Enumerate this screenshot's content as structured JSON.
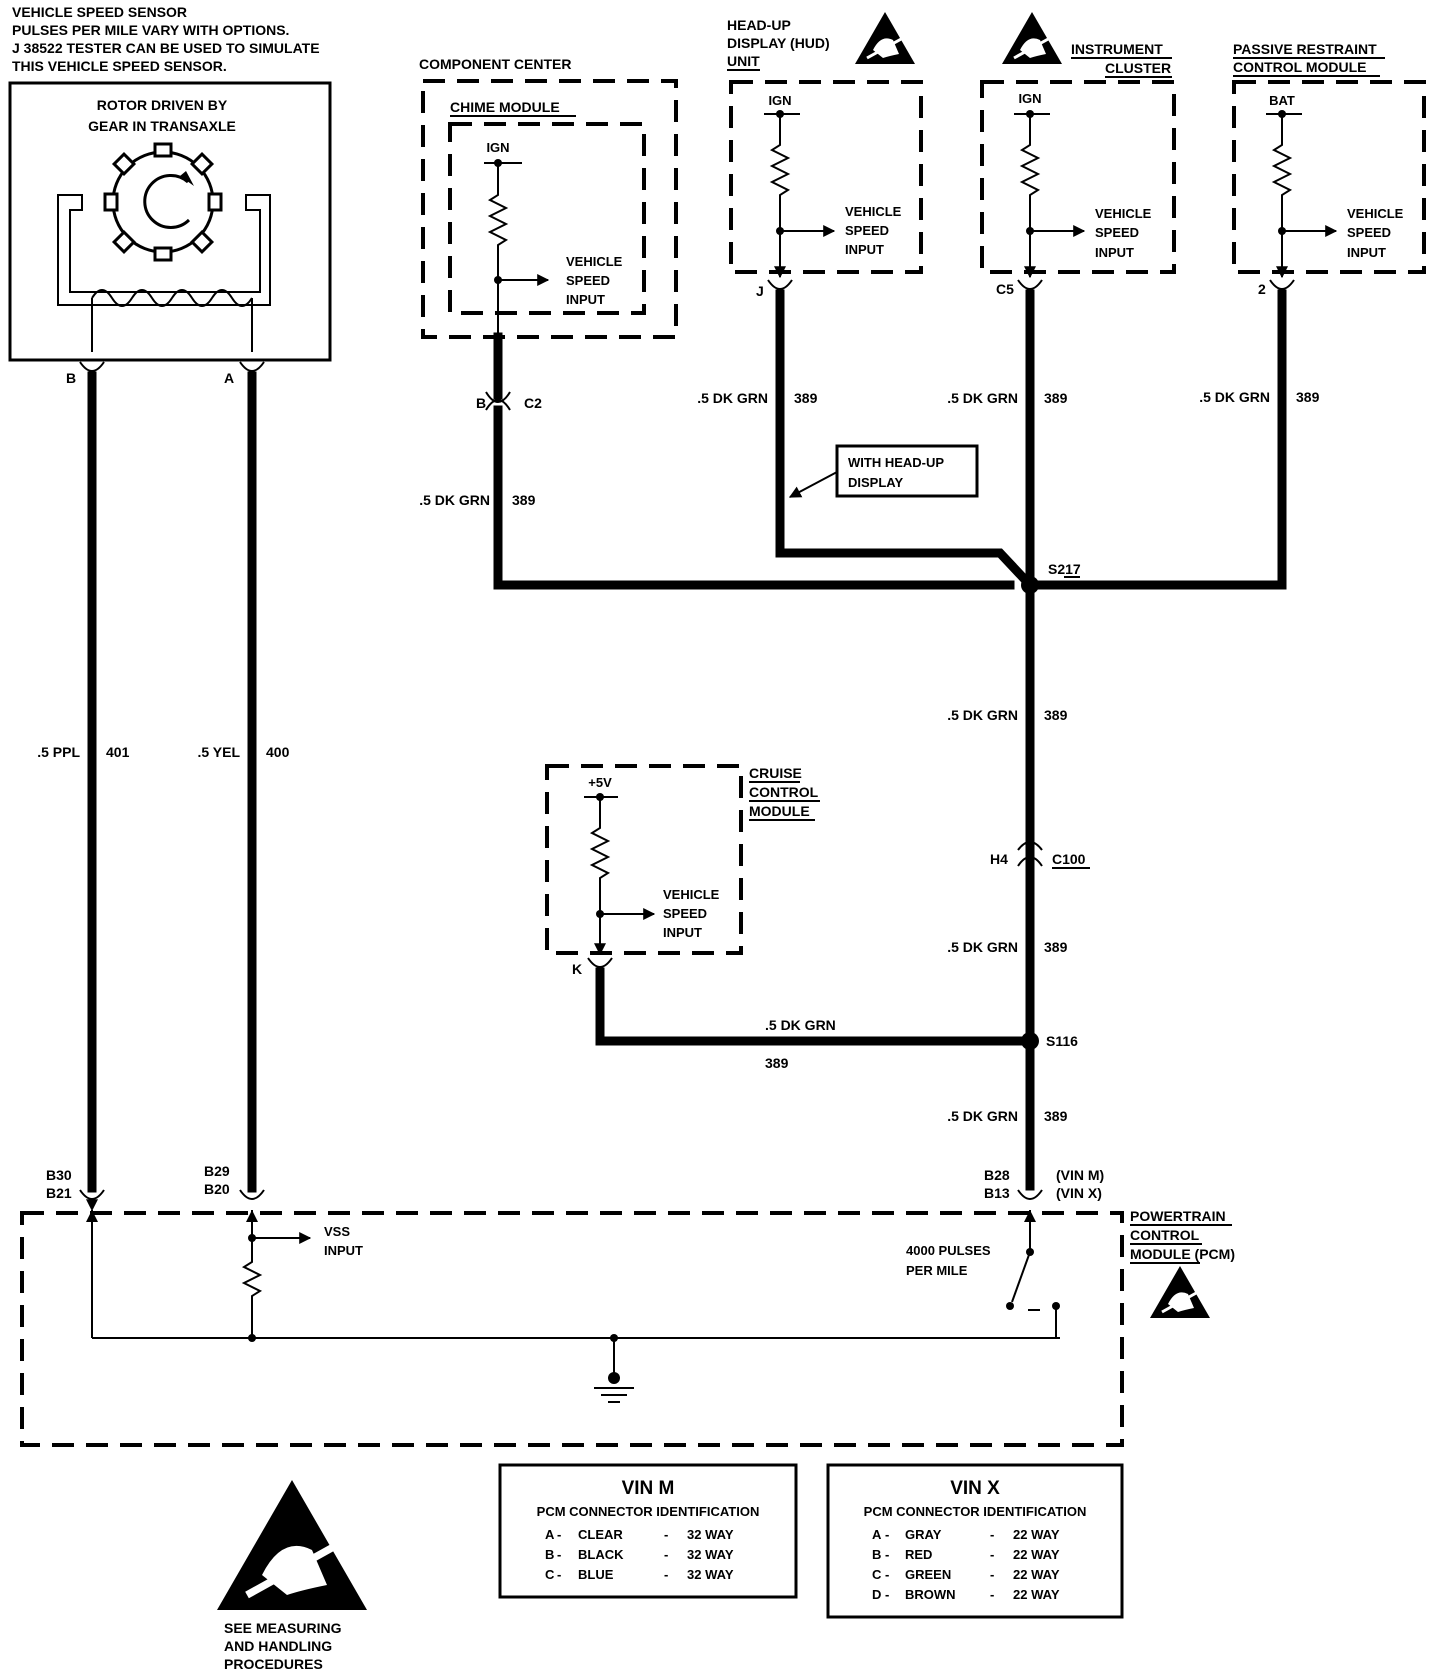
{
  "vss": {
    "note": [
      "VEHICLE SPEED SENSOR",
      "PULSES PER MILE VARY WITH OPTIONS.",
      "J 38522 TESTER CAN BE USED TO SIMULATE",
      "THIS VEHICLE SPEED SENSOR."
    ],
    "rotor": [
      "ROTOR DRIVEN BY",
      "GEAR IN TRANSAXLE"
    ],
    "pin_b": "B",
    "pin_a": "A"
  },
  "component_center": {
    "title": "COMPONENT CENTER",
    "chime": {
      "title": "CHIME MODULE",
      "supply": "IGN",
      "output": [
        "VEHICLE",
        "SPEED",
        "INPUT"
      ],
      "pin": "B",
      "connector": "C2"
    }
  },
  "hud": {
    "title": [
      "HEAD-UP",
      "DISPLAY (HUD)",
      "UNIT"
    ],
    "supply": "IGN",
    "output": [
      "VEHICLE",
      "SPEED",
      "INPUT"
    ],
    "pin": "J"
  },
  "cluster": {
    "title": [
      "INSTRUMENT",
      "CLUSTER"
    ],
    "supply": "IGN",
    "output": [
      "VEHICLE",
      "SPEED",
      "INPUT"
    ],
    "pin": "C5"
  },
  "restraint": {
    "title": [
      "PASSIVE RESTRAINT",
      "CONTROL MODULE"
    ],
    "supply": "BAT",
    "output": [
      "VEHICLE",
      "SPEED",
      "INPUT"
    ],
    "pin": "2"
  },
  "cruise": {
    "title": [
      "CRUISE",
      "CONTROL",
      "MODULE"
    ],
    "supply": "+5V",
    "output": [
      "VEHICLE",
      "SPEED",
      "INPUT"
    ],
    "pin": "K"
  },
  "wires": {
    "dkgrn": ".5 DK GRN",
    "circuit_389": "389",
    "ppl": ".5 PPL",
    "circuit_401": "401",
    "yel": ".5 YEL",
    "circuit_400": "400"
  },
  "hud_note": [
    "WITH HEAD-UP",
    "DISPLAY"
  ],
  "splices": {
    "s217": "S217",
    "s116": "S116"
  },
  "c100": {
    "pin": "H4",
    "connector": "C100"
  },
  "pcm": {
    "title": [
      "POWERTRAIN",
      "CONTROL",
      "MODULE (PCM)"
    ],
    "pin_b30": "B30",
    "pin_b21": "B21",
    "pin_b29": "B29",
    "pin_b20": "B20",
    "pin_b28": "B28",
    "pin_b13": "B13",
    "vin_m": "(VIN M)",
    "vin_x": "(VIN X)",
    "vss_input": [
      "VSS",
      "INPUT"
    ],
    "pulses": [
      "4000 PULSES",
      "PER MILE"
    ]
  },
  "vinm_table": {
    "title": "VIN M",
    "subtitle": "PCM CONNECTOR IDENTIFICATION",
    "rows": [
      {
        "letter": "A",
        "color": "CLEAR",
        "ways": "32 WAY"
      },
      {
        "letter": "B",
        "color": "BLACK",
        "ways": "32 WAY"
      },
      {
        "letter": "C",
        "color": "BLUE",
        "ways": "32 WAY"
      }
    ]
  },
  "vinx_table": {
    "title": "VIN X",
    "subtitle": "PCM CONNECTOR IDENTIFICATION",
    "rows": [
      {
        "letter": "A",
        "color": "GRAY",
        "ways": "22 WAY"
      },
      {
        "letter": "B",
        "color": "RED",
        "ways": "22 WAY"
      },
      {
        "letter": "C",
        "color": "GREEN",
        "ways": "22 WAY"
      },
      {
        "letter": "D",
        "color": "BROWN",
        "ways": "22 WAY"
      }
    ]
  },
  "esd_note": [
    "SEE MEASURING",
    "AND HANDLING",
    "PROCEDURES"
  ],
  "icons": {
    "esd": "esd-warning-icon",
    "rotor": "reluctor-rotor-icon",
    "resistor": "resistor-icon",
    "ground": "ground-icon",
    "switch": "switch-icon",
    "arrow": "signal-arrow-icon"
  }
}
